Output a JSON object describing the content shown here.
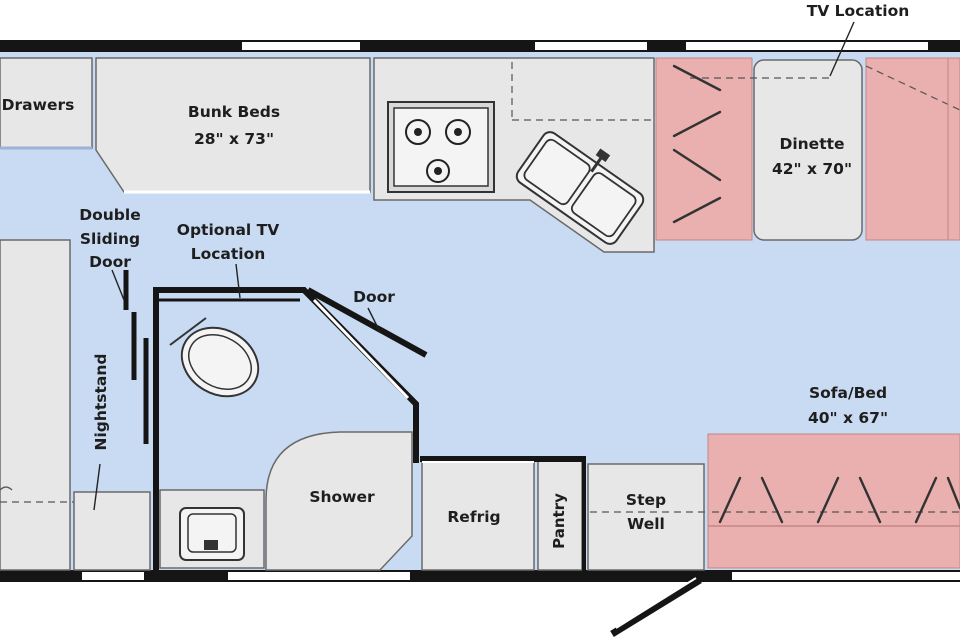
{
  "colors": {
    "floor": "#c9dbf2",
    "wall": "#151515",
    "fixture": "#e7e7e7",
    "seat": "#eab0b0"
  },
  "labels": {
    "tv_location": "TV Location",
    "drawers": "Drawers",
    "bunk_beds_name": "Bunk Beds",
    "bunk_beds_size": "28\" x 73\"",
    "dinette_name": "Dinette",
    "dinette_size": "42\" x 70\"",
    "double_sliding_door_l1": "Double",
    "double_sliding_door_l2": "Sliding",
    "double_sliding_door_l3": "Door",
    "optional_tv_l1": "Optional TV",
    "optional_tv_l2": "Location",
    "door": "Door",
    "nightstand": "Nightstand",
    "sofa_bed_name": "Sofa/Bed",
    "sofa_bed_size": "40\" x 67\"",
    "shower": "Shower",
    "refrig": "Refrig",
    "pantry": "Pantry",
    "step_well_l1": "Step",
    "step_well_l2": "Well"
  }
}
